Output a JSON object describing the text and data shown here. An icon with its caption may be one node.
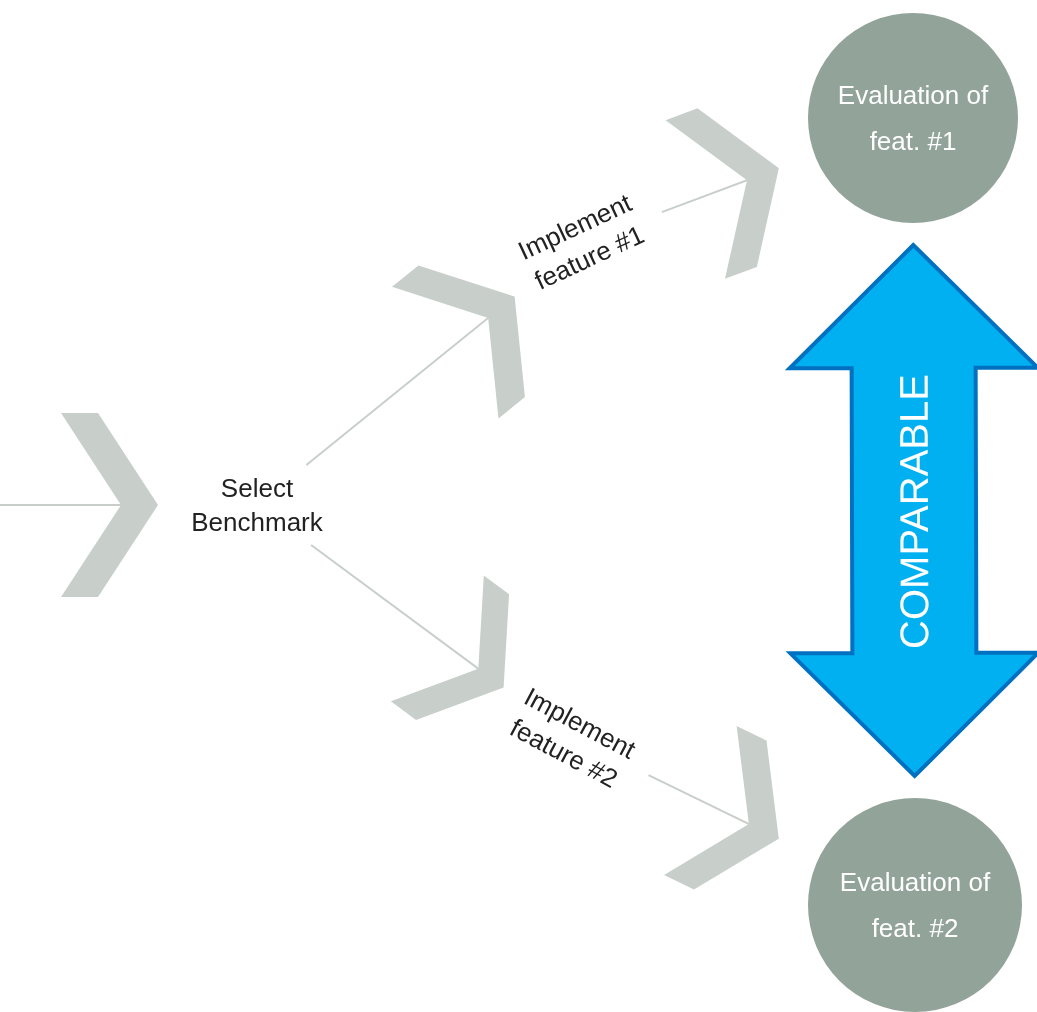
{
  "diagram": {
    "nodes": [
      {
        "text": [
          "Select Benchmark"
        ]
      },
      {
        "text": [
          "Implement feature #1"
        ]
      },
      {
        "text": [
          "Implement feature #2"
        ]
      },
      {
        "text": [
          "Evaluation of feat. #1"
        ]
      },
      {
        "text": [
          "Evaluation of feat. #2"
        ]
      }
    ],
    "edges": [
      {
        "from": null,
        "to": 0,
        "arrow": "to"
      },
      {
        "from": 0,
        "to": 1,
        "arrow": "to"
      },
      {
        "from": 1,
        "to": 3,
        "arrow": "to"
      },
      {
        "from": 0,
        "to": 2,
        "arrow": "to"
      },
      {
        "from": 2,
        "to": 4,
        "arrow": "to"
      },
      {
        "from": 3,
        "to": 4,
        "arrow": "both",
        "label": "COMPARABLE",
        "color": "#00b0f0"
      }
    ]
  }
}
